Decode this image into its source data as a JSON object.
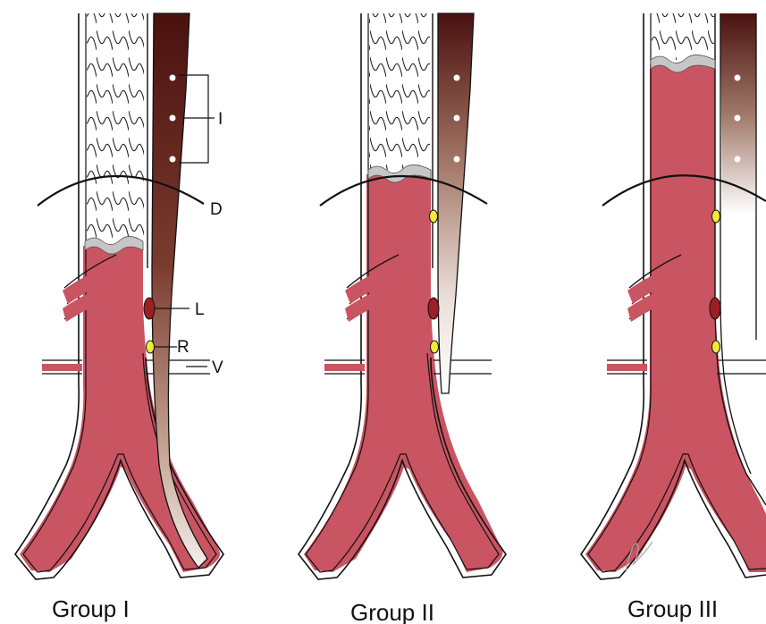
{
  "groups": [
    {
      "caption": "Group I"
    },
    {
      "caption": "Group II"
    },
    {
      "caption": "Group III"
    }
  ],
  "labels": {
    "I": "I",
    "D": "D",
    "L": "L",
    "R": "R",
    "V": "V"
  },
  "colors": {
    "aorta": "#c95462",
    "vessel_wall": "#111111",
    "stent_edge": "#c6c6c6",
    "gradient_top": "#4a1110",
    "gradient_mid": "#8a4a36",
    "gradient_bottom": "#f3ece6",
    "lesion": "#9b1f24",
    "marker": "#f2ea3a",
    "dots": "#ffffff"
  },
  "icons": [
    "stent-graft-icon",
    "diaphragm-arc",
    "renal-artery-marker",
    "lesion-marker"
  ]
}
